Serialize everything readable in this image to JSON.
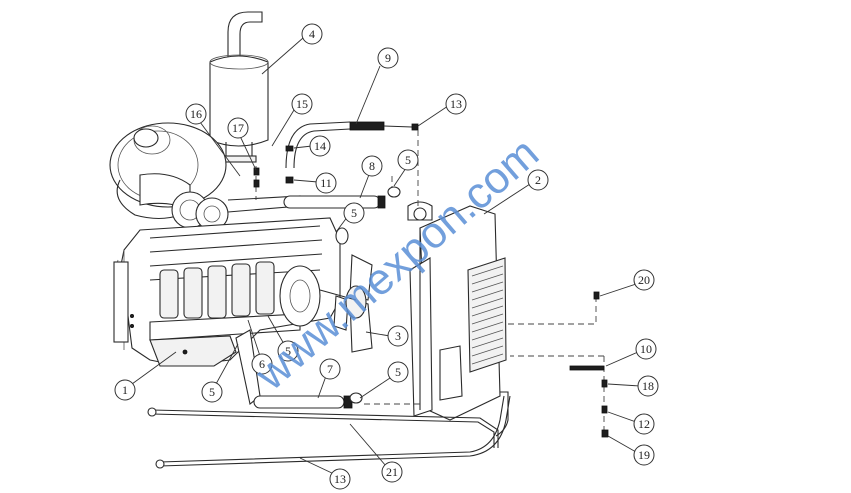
{
  "watermark": "www.mexpon.com",
  "callouts": [
    {
      "id": "c1",
      "label": "1"
    },
    {
      "id": "c2",
      "label": "2"
    },
    {
      "id": "c3",
      "label": "3"
    },
    {
      "id": "c4",
      "label": "4"
    },
    {
      "id": "c5a",
      "label": "5"
    },
    {
      "id": "c5b",
      "label": "5"
    },
    {
      "id": "c5c",
      "label": "5"
    },
    {
      "id": "c5d",
      "label": "5"
    },
    {
      "id": "c5e",
      "label": "5"
    },
    {
      "id": "c6",
      "label": "6"
    },
    {
      "id": "c7",
      "label": "7"
    },
    {
      "id": "c8",
      "label": "8"
    },
    {
      "id": "c9",
      "label": "9"
    },
    {
      "id": "c10",
      "label": "10"
    },
    {
      "id": "c11",
      "label": "11"
    },
    {
      "id": "c12",
      "label": "12"
    },
    {
      "id": "c13a",
      "label": "13"
    },
    {
      "id": "c13b",
      "label": "13"
    },
    {
      "id": "c14",
      "label": "14"
    },
    {
      "id": "c15",
      "label": "15"
    },
    {
      "id": "c16",
      "label": "16"
    },
    {
      "id": "c17",
      "label": "17"
    },
    {
      "id": "c18",
      "label": "18"
    },
    {
      "id": "c19",
      "label": "19"
    },
    {
      "id": "c20",
      "label": "20"
    },
    {
      "id": "c21",
      "label": "21"
    }
  ]
}
